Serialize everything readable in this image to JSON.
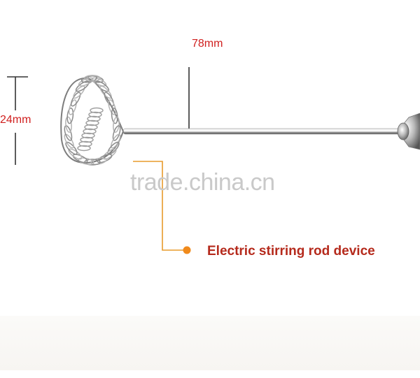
{
  "dimensions": {
    "length_label": "78mm",
    "height_label": "24mm"
  },
  "watermark": "trade.china.cn",
  "callout": {
    "text": "Electric stirring rod device",
    "line_color": "#e89b2c",
    "dot_color": "#f08a1c"
  },
  "colors": {
    "label_red": "#d0201f",
    "callout_red": "#b52a1c",
    "metal": "#9a9a9a"
  }
}
